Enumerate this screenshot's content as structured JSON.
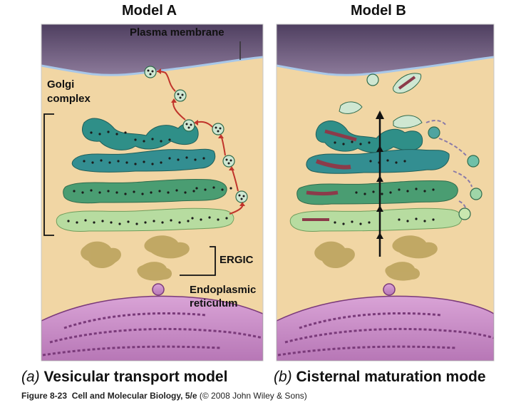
{
  "titles": {
    "model_a": "Model A",
    "model_b": "Model B"
  },
  "labels": {
    "plasma_membrane": "Plasma membrane",
    "golgi_line1": "Golgi",
    "golgi_line2": "complex",
    "ergic": "ERGIC",
    "er_line1": "Endoplasmic",
    "er_line2": "reticulum"
  },
  "captions": {
    "a_letter": "(a)",
    "a_text": "Vesicular transport model",
    "b_letter": "(b)",
    "b_text": "Cisternal maturation mode"
  },
  "credit": {
    "figure": "Figure 8-23",
    "book": "Cell and Molecular Biology, 5/e",
    "copyright": "(© 2008 John Wiley & Sons)"
  },
  "colors": {
    "cytoplasm": "#f1d6a4",
    "membrane": "#6e5a7d",
    "membrane_edge": "#a8c7e8",
    "cis_dark": "#2f8f88",
    "cis_mid": "#4a9d72",
    "cis_light": "#b7dca0",
    "cargo_dot": "#1b1b1b",
    "arrow_red": "#c0342b",
    "arrow_purple": "#8a7aa8",
    "ergic": "#b9a05a",
    "er": "#c98ac8",
    "er_dark": "#7a3a7a",
    "cargo_mass": "#8b3b4a"
  }
}
